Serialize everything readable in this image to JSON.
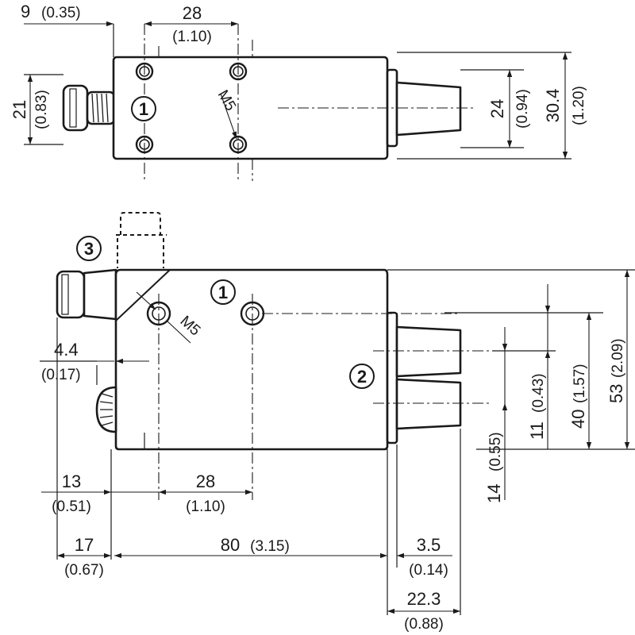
{
  "top_view": {
    "dims": {
      "offset_9": "9",
      "offset_9_in": "(0.35)",
      "spacing_28": "28",
      "spacing_28_in": "(1.10)",
      "height_21": "21",
      "height_21_in": "(0.83)",
      "height_24": "24",
      "height_24_in": "(0.94)",
      "height_30_4": "30.4",
      "height_30_4_in": "(1.20)",
      "thread": "M5"
    },
    "callout": "1"
  },
  "side_view": {
    "dims": {
      "offset_4_4": "4.4",
      "offset_4_4_in": "(0.17)",
      "offset_13": "13",
      "offset_13_in": "(0.51)",
      "spacing_28": "28",
      "spacing_28_in": "(1.10)",
      "offset_17": "17",
      "offset_17_in": "(0.67)",
      "length_80": "80",
      "length_80_in": "(3.15)",
      "flange_3_5": "3.5",
      "flange_3_5_in": "(0.14)",
      "reach_22_3": "22.3",
      "reach_22_3_in": "(0.88)",
      "height_11": "11",
      "height_11_in": "(0.43)",
      "height_14": "14",
      "height_14_in": "(0.55)",
      "height_40": "40",
      "height_40_in": "(1.57)",
      "height_53": "53",
      "height_53_in": "(2.09)",
      "thread": "M5"
    },
    "callouts": {
      "mounting": "1",
      "outputs": "2",
      "connector": "3"
    }
  },
  "colors": {
    "ink": "#1a1a1a",
    "paper": "#ffffff"
  }
}
